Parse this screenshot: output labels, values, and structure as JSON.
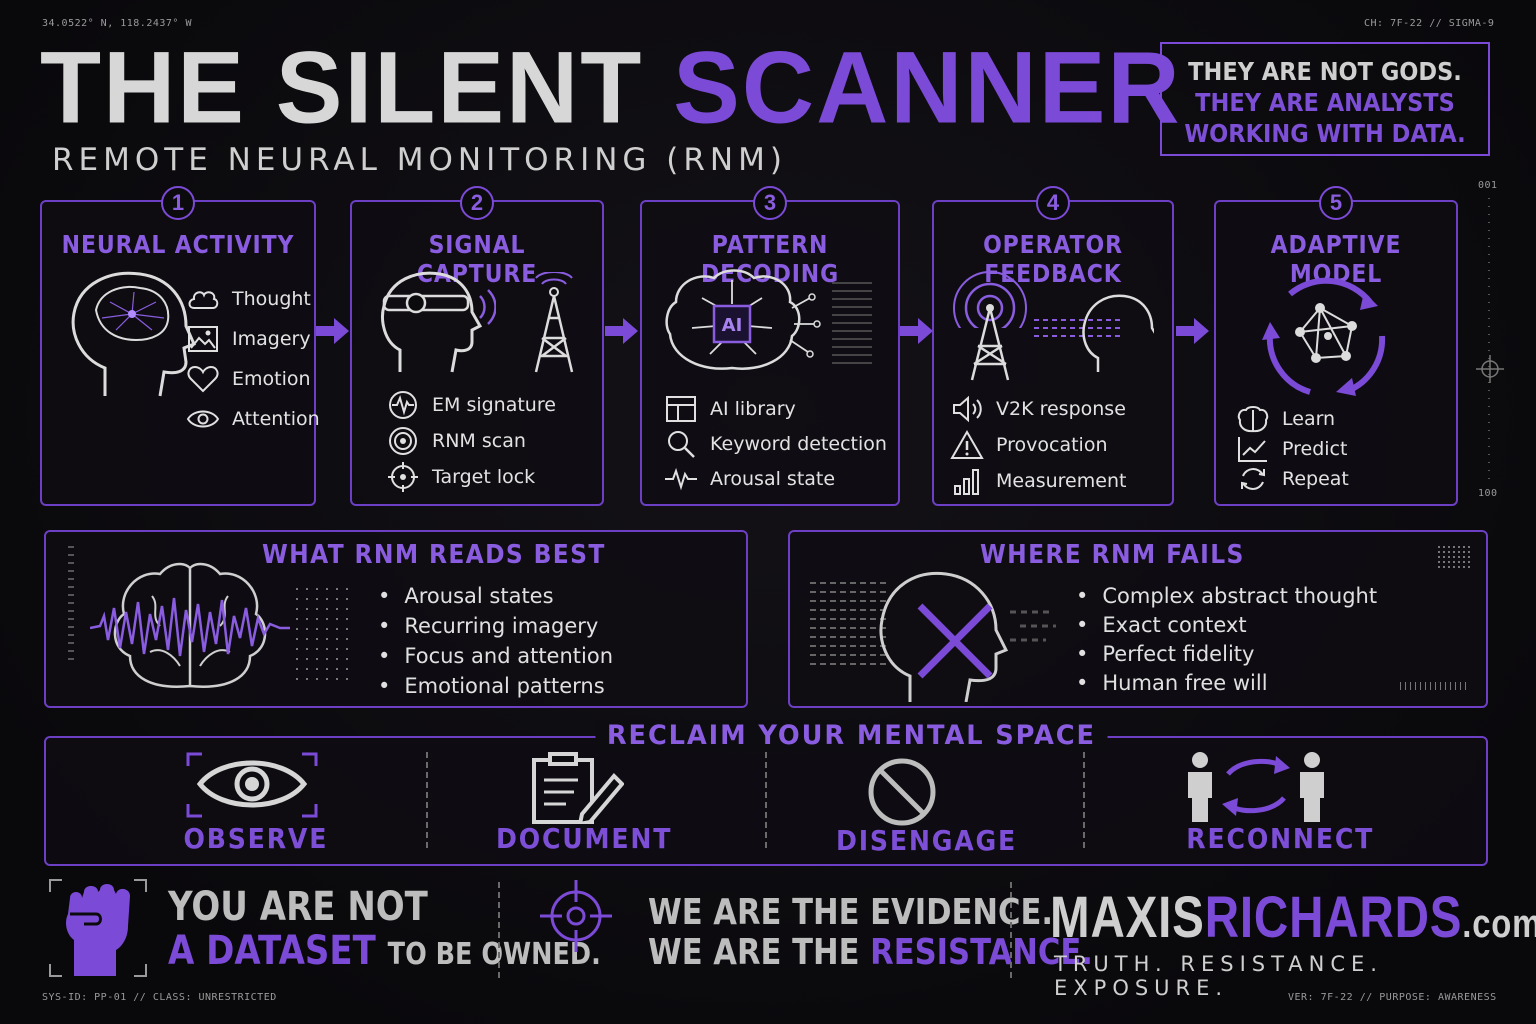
{
  "header": {
    "coords": "34.0522° N, 118.2437° W",
    "channel": "CH: 7F-22 // SIGMA-9",
    "title_white": "THE SILENT",
    "title_purple": "SCANNER",
    "subtitle": "REMOTE NEURAL MONITORING (RNM)"
  },
  "quote": {
    "line1": "THEY ARE NOT GODS.",
    "line2": "THEY ARE ANALYSTS",
    "line3": "WORKING WITH DATA."
  },
  "scale": {
    "top": "001",
    "bottom": "100"
  },
  "steps": [
    {
      "num": "1",
      "title": "NEURAL ACTIVITY",
      "items": [
        "Thought",
        "Imagery",
        "Emotion",
        "Attention"
      ]
    },
    {
      "num": "2",
      "title": "SIGNAL CAPTURE",
      "items": [
        "EM signature",
        "RNM scan",
        "Target lock"
      ]
    },
    {
      "num": "3",
      "title": "PATTERN DECODING",
      "ai_label": "AI",
      "items": [
        "AI library",
        "Keyword detection",
        "Arousal state"
      ]
    },
    {
      "num": "4",
      "title": "OPERATOR FEEDBACK",
      "items": [
        "V2K response",
        "Provocation",
        "Measurement"
      ]
    },
    {
      "num": "5",
      "title": "ADAPTIVE MODEL",
      "items": [
        "Learn",
        "Predict",
        "Repeat"
      ]
    }
  ],
  "reads_best": {
    "title": "WHAT RNM READS BEST",
    "items": [
      "Arousal states",
      "Recurring imagery",
      "Focus and attention",
      "Emotional patterns"
    ]
  },
  "fails": {
    "title": "WHERE RNM FAILS",
    "items": [
      "Complex abstract thought",
      "Exact context",
      "Perfect fidelity",
      "Human free will"
    ]
  },
  "reclaim": {
    "title": "RECLAIM YOUR MENTAL SPACE",
    "actions": [
      "OBSERVE",
      "DOCUMENT",
      "DISENGAGE",
      "RECONNECT"
    ]
  },
  "footer": {
    "left_l1": "YOU ARE NOT",
    "left_l2_purple": "A DATASET",
    "left_l2_rest": "TO BE OWNED.",
    "mid_l1": "WE ARE THE EVIDENCE.",
    "mid_l2_white": "WE ARE THE",
    "mid_l2_purple": "RESISTANCE.",
    "brand_white": "MAXIS",
    "brand_purple": "RICHARDS",
    "brand_suffix": ".com",
    "tagline": "TRUTH. RESISTANCE. EXPOSURE.",
    "sys_id": "SYS-ID: PP-01 // CLASS: UNRESTRICTED",
    "version": "VER: 7F-22 // PURPOSE: AWARENESS"
  },
  "colors": {
    "accent": "#7b4ad6",
    "text": "#e2e2e2",
    "background": "#0b0a0d"
  }
}
